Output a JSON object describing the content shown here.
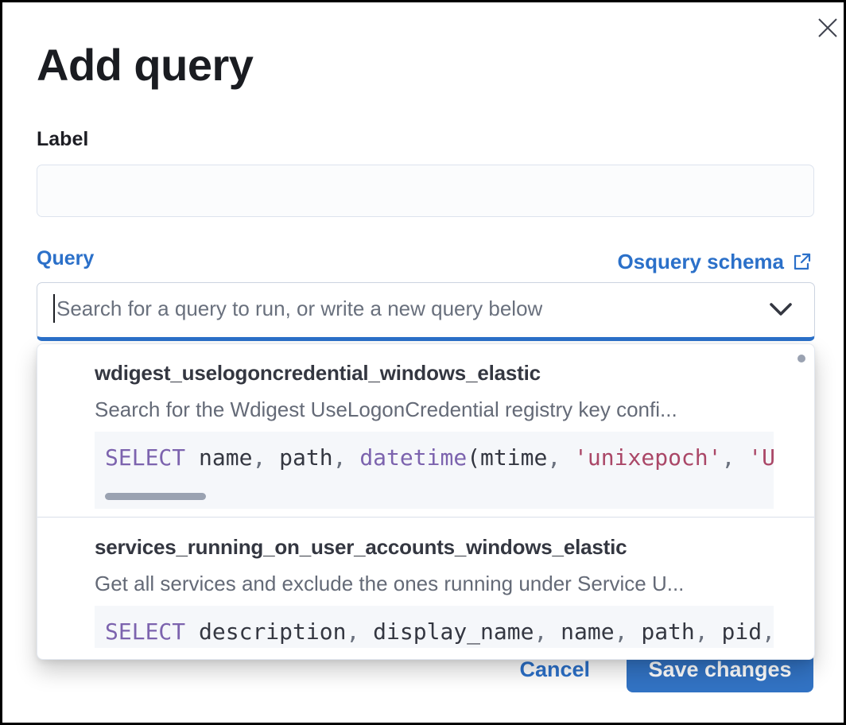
{
  "modal": {
    "title": "Add query"
  },
  "label_field": {
    "label": "Label",
    "value": "",
    "placeholder": ""
  },
  "query_field": {
    "label": "Query",
    "schema_link_label": "Osquery schema",
    "placeholder": "Search for a query to run, or write a new query below"
  },
  "dropdown": {
    "options": [
      {
        "title": "wdigest_uselogoncredential_windows_elastic",
        "description": "Search for the Wdigest UseLogonCredential registry key confi...",
        "code": [
          {
            "type": "keyword",
            "text": "SELECT"
          },
          {
            "type": "plain",
            "text": " name"
          },
          {
            "type": "punct",
            "text": ","
          },
          {
            "type": "plain",
            "text": " path"
          },
          {
            "type": "punct",
            "text": ","
          },
          {
            "type": "keyword",
            "text": " datetime"
          },
          {
            "type": "plain",
            "text": "(mtime"
          },
          {
            "type": "punct",
            "text": ","
          },
          {
            "type": "string",
            "text": " 'unixepoch'"
          },
          {
            "type": "punct",
            "text": ","
          },
          {
            "type": "string",
            "text": " 'U"
          }
        ]
      },
      {
        "title": "services_running_on_user_accounts_windows_elastic",
        "description": "Get all services and exclude the ones running under Service U...",
        "code": [
          {
            "type": "keyword",
            "text": "SELECT"
          },
          {
            "type": "plain",
            "text": " description"
          },
          {
            "type": "punct",
            "text": ","
          },
          {
            "type": "plain",
            "text": " display_name"
          },
          {
            "type": "punct",
            "text": ","
          },
          {
            "type": "plain",
            "text": " name"
          },
          {
            "type": "punct",
            "text": ","
          },
          {
            "type": "plain",
            "text": " path"
          },
          {
            "type": "punct",
            "text": ","
          },
          {
            "type": "plain",
            "text": " pid"
          },
          {
            "type": "punct",
            "text": ","
          }
        ]
      }
    ]
  },
  "footer": {
    "cancel_label": "Cancel",
    "save_label": "Save changes"
  },
  "colors": {
    "accent": "#2b70c9",
    "button": "#3273c4",
    "keyword": "#7c63ae",
    "string": "#aa4767",
    "plain": "#343741",
    "punct": "#69707d",
    "codebg": "#f5f7fa",
    "thumb": "#9aa2b1"
  }
}
